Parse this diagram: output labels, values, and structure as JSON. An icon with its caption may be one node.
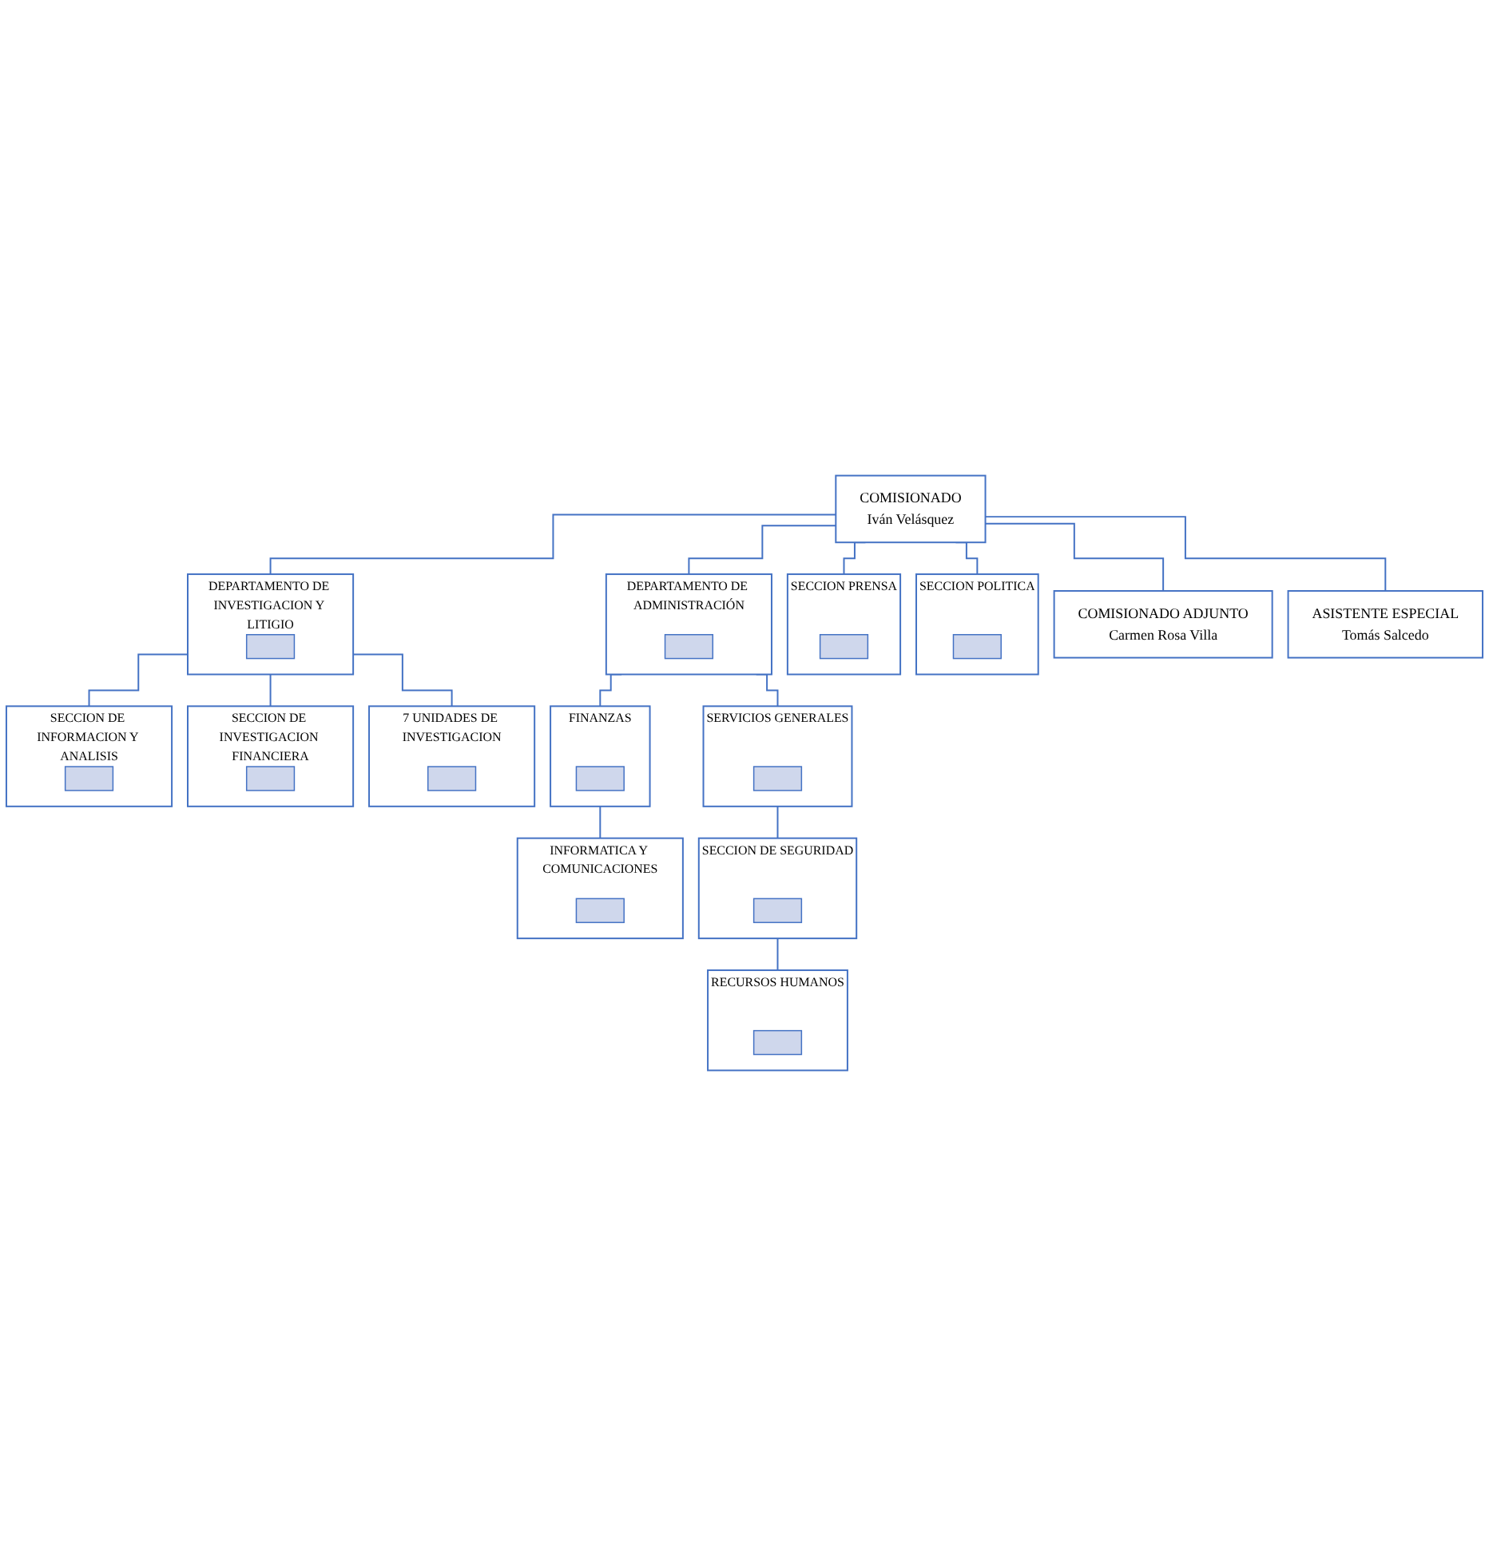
{
  "diagram": {
    "nodes": [
      {
        "text": [
          "COMISIONADO",
          "Iván Velásquez"
        ]
      },
      {
        "text": [
          "COMISIONADO ADJUNTO",
          "Carmen Rosa Villa"
        ]
      },
      {
        "text": [
          "ASISTENTE ESPECIAL",
          "Tomás Salcedo"
        ]
      },
      {
        "text": [
          "SECCION POLITICA"
        ]
      },
      {
        "text": [],
        "shape": "bar",
        "in": 3
      },
      {
        "text": [
          "SECCION PRENSA"
        ]
      },
      {
        "text": [],
        "shape": "bar",
        "in": 5
      },
      {
        "text": [
          "DEPARTAMENTO DE ADMINISTRACIÓN"
        ]
      },
      {
        "text": [],
        "shape": "bar",
        "in": 7
      },
      {
        "text": [
          "DEPARTAMENTO DE INVESTIGACION Y LITIGIO"
        ]
      },
      {
        "text": [],
        "shape": "bar",
        "in": 9
      },
      {
        "text": [
          "SERVICIOS GENERALES"
        ]
      },
      {
        "text": [],
        "shape": "bar",
        "in": 11
      },
      {
        "text": [
          "FINANZAS"
        ]
      },
      {
        "text": [],
        "shape": "bar",
        "in": 13
      },
      {
        "text": [
          "7 UNIDADES DE INVESTIGACION"
        ]
      },
      {
        "text": [],
        "shape": "bar",
        "in": 15
      },
      {
        "text": [
          "SECCION DE INVESTIGACION FINANCIERA"
        ]
      },
      {
        "text": [],
        "shape": "bar",
        "in": 17
      },
      {
        "text": [
          "SECCION DE SEGURIDAD"
        ]
      },
      {
        "text": [],
        "shape": "bar",
        "in": 19
      },
      {
        "text": [
          "INFORMATICA Y COMUNICACIONES"
        ]
      },
      {
        "text": [],
        "shape": "bar",
        "in": 21
      },
      {
        "text": [
          "SECCION DE INFORMACION Y ANALISIS"
        ]
      },
      {
        "text": [],
        "shape": "bar",
        "in": 23
      },
      {
        "text": [
          "RECURSOS HUMANOS"
        ]
      },
      {
        "text": [],
        "shape": "bar",
        "in": 25
      }
    ],
    "edges": [
      {
        "from": 0,
        "to": 1,
        "arrow": "none"
      },
      {
        "from": 0,
        "to": 2,
        "arrow": "none"
      },
      {
        "from": 0,
        "to": 3,
        "arrow": "none"
      },
      {
        "from": 0,
        "to": 5,
        "arrow": "none"
      },
      {
        "from": 0,
        "to": 7,
        "arrow": "none"
      },
      {
        "from": 0,
        "to": 9,
        "arrow": "none"
      },
      {
        "from": 7,
        "to": 11,
        "arrow": "none"
      },
      {
        "from": 7,
        "to": 13,
        "arrow": "none"
      },
      {
        "from": 9,
        "to": 15,
        "arrow": "none"
      },
      {
        "from": 9,
        "to": 17,
        "arrow": "none"
      },
      {
        "from": 9,
        "to": 23,
        "arrow": "none"
      },
      {
        "from": 11,
        "to": 19,
        "arrow": "none"
      },
      {
        "from": 13,
        "to": 21,
        "arrow": "none"
      },
      {
        "from": 19,
        "to": 25,
        "arrow": "none"
      }
    ]
  }
}
